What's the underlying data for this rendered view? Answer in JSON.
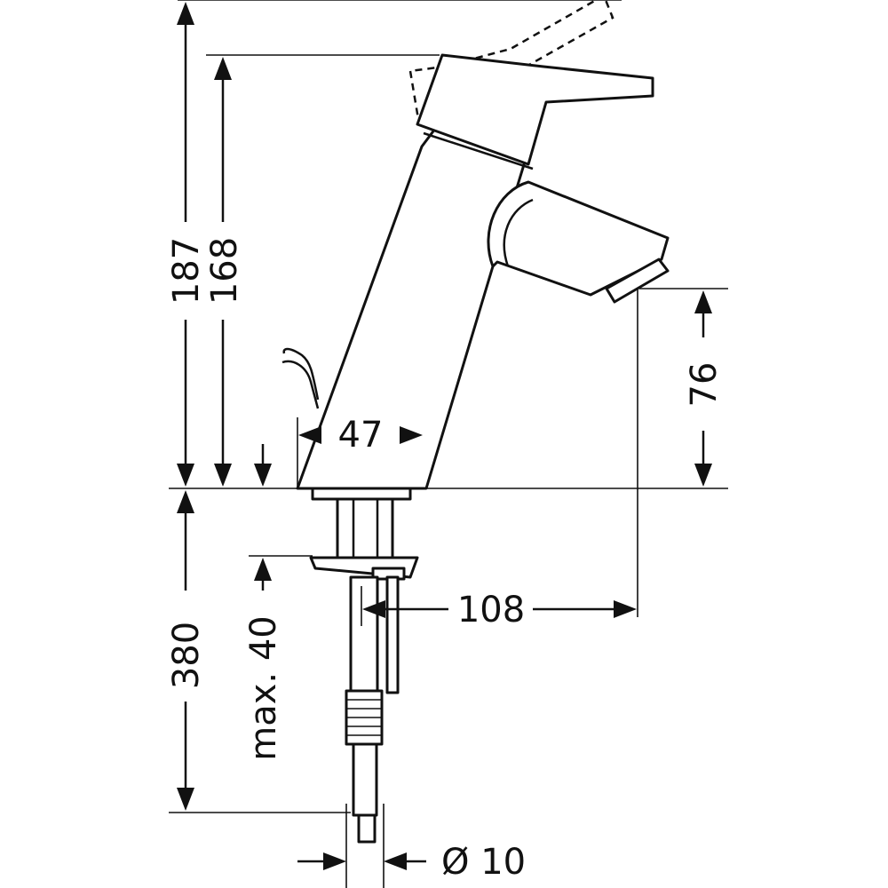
{
  "dimensions": {
    "total_height": "187",
    "body_height": "168",
    "spout_height": "76",
    "base_width": "47",
    "spout_reach": "108",
    "hose_length": "380",
    "max_deck_thickness": "max. 40",
    "hose_diameter": "Ø 10"
  },
  "colors": {
    "line": "#111111",
    "background": "#ffffff"
  }
}
